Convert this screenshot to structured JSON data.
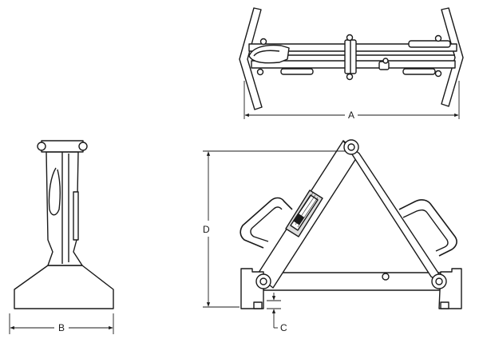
{
  "dimensions": {
    "a": "A",
    "b": "B",
    "c": "C",
    "d": "D"
  },
  "colors": {
    "line": "#1a1a1a",
    "fill": "#ffffff",
    "shade": "#dcdcdc"
  }
}
